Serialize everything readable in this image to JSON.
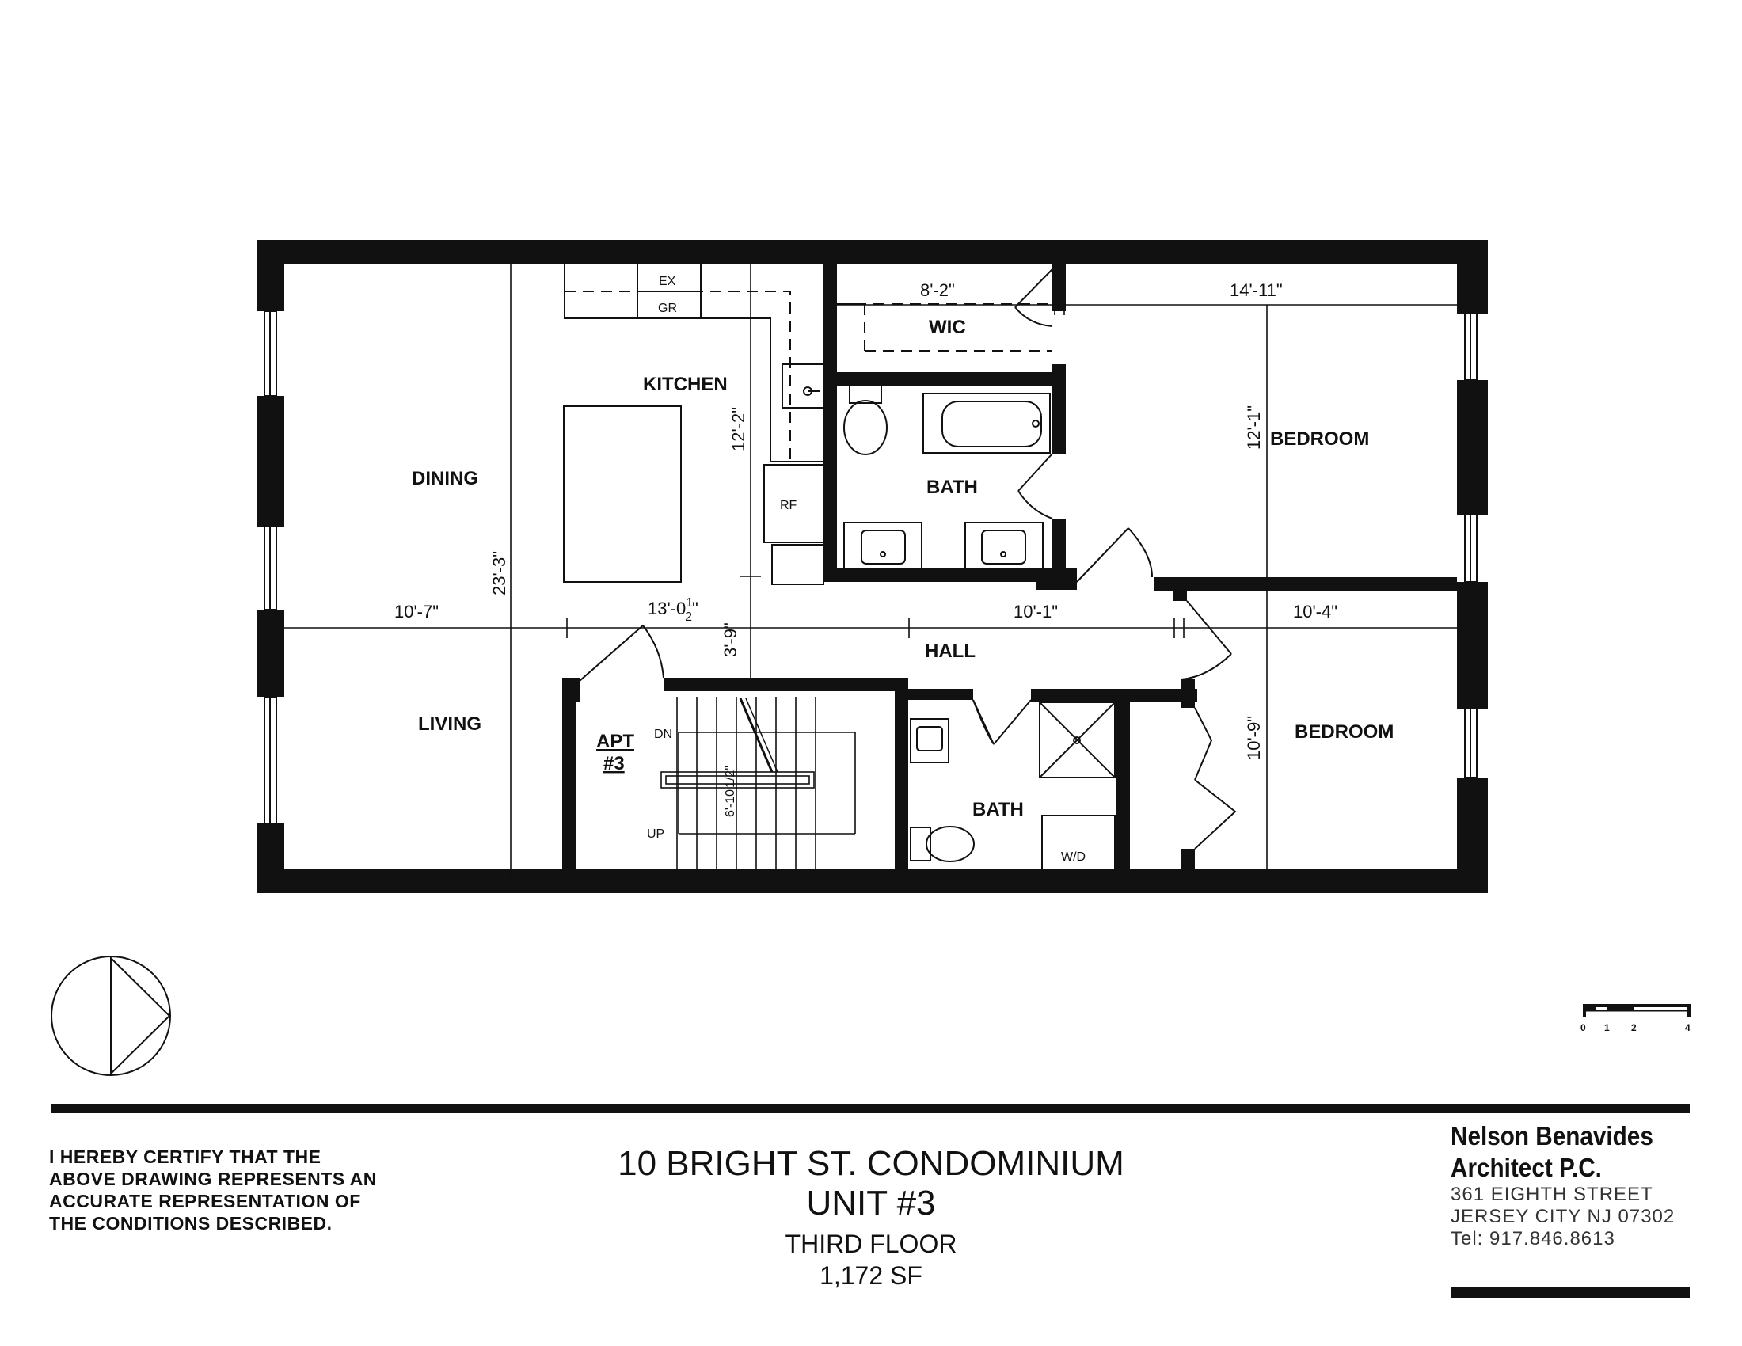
{
  "plan": {
    "rooms": {
      "dining": "DINING",
      "kitchen": "KITCHEN",
      "living": "LIVING",
      "wic": "WIC",
      "bath_upper": "BATH",
      "bath_lower": "BATH",
      "bedroom_upper": "BEDROOM",
      "bedroom_lower": "BEDROOM",
      "hall": "HALL",
      "apt_line1": "APT",
      "apt_line2": "#3"
    },
    "fixtures": {
      "exhaust": "EX",
      "range": "GR",
      "fridge": "RF",
      "washer_dryer": "W/D",
      "stair_down": "DN",
      "stair_up": "UP"
    },
    "dimensions": {
      "dining_width": "10'-7\"",
      "overall_depth": "23'-3\"",
      "kitchen_width": "13'-0",
      "kitchen_width_frac_num": "1",
      "kitchen_width_frac_den": "2",
      "kitchen_width_close": "\"",
      "kitchen_depth": "12'-2\"",
      "hall_depth": "3'-9\"",
      "wic_width": "8'-2\"",
      "bedroom1_width": "14'-11\"",
      "bedroom1_depth": "12'-1\"",
      "hall_length": "10'-1\"",
      "bedroom2_width": "10'-4\"",
      "bedroom2_depth": "10'-9\"",
      "stair_depth": "6'-10",
      "stair_depth_frac": "1/2\""
    },
    "scale_bar": [
      "0",
      "1",
      "2",
      "4"
    ]
  },
  "certification": "I HEREBY CERTIFY THAT THE ABOVE DRAWING REPRESENTS AN ACCURATE REPRESENTATION OF THE CONDITIONS DESCRIBED.",
  "title_block": {
    "project": "10 BRIGHT ST. CONDOMINIUM",
    "unit": "UNIT #3",
    "floor": "THIRD FLOOR",
    "area": "1,172 SF"
  },
  "firm": {
    "name_line1": "Nelson Benavides",
    "name_line2": "Architect P.C.",
    "address1": "361 EIGHTH STREET",
    "address2": "JERSEY CITY NJ 07302",
    "phone": "Tel:  917.846.8613"
  }
}
